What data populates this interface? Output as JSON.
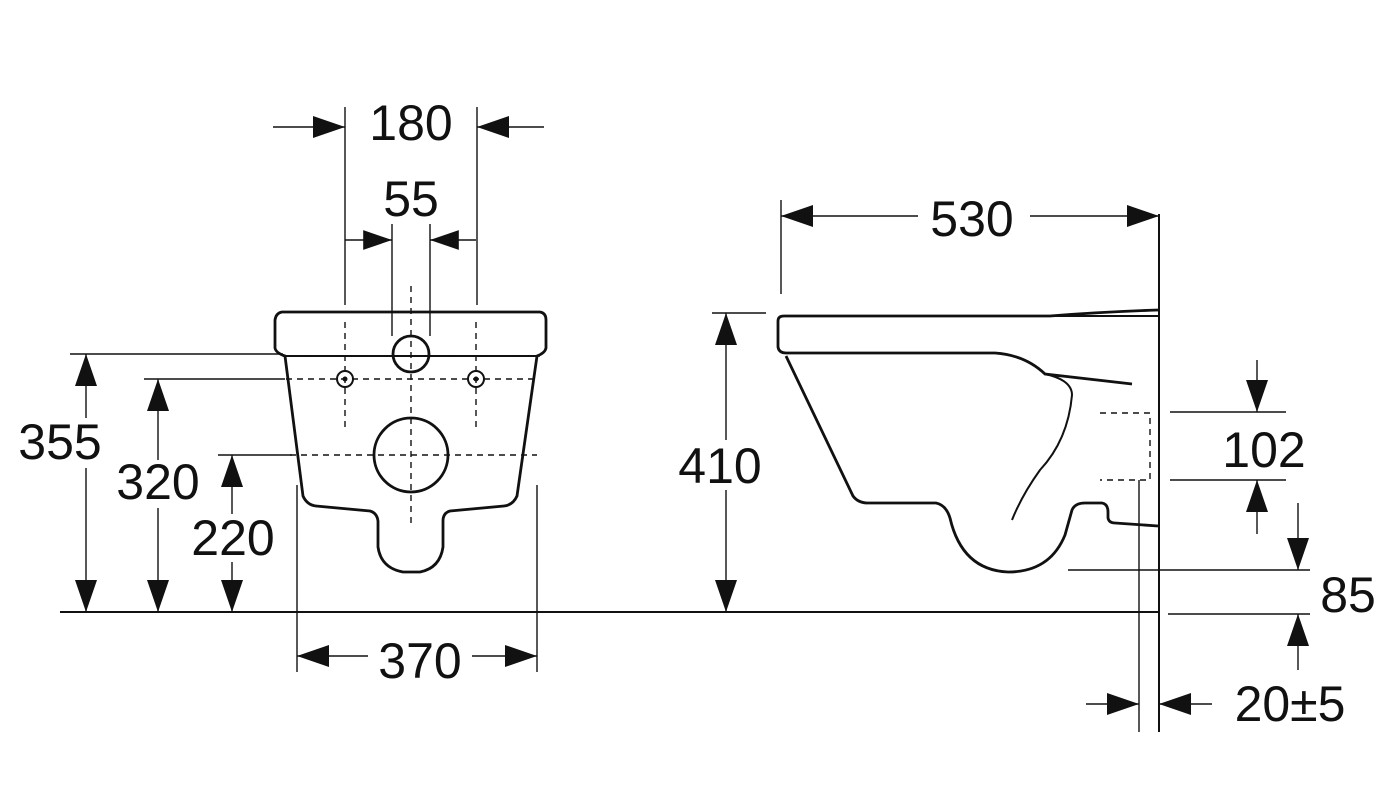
{
  "dimensions": {
    "front_bolt_spacing": "180",
    "front_pipe_spacing": "55",
    "front_height_top": "355",
    "front_height_bolts": "320",
    "front_height_outlet": "220",
    "front_width": "370",
    "side_depth": "530",
    "side_height": "410",
    "side_inlet": "102",
    "side_outlet_height": "85",
    "side_wall_gap": "20±5"
  },
  "colors": {
    "line": "#111111",
    "background": "#ffffff"
  }
}
